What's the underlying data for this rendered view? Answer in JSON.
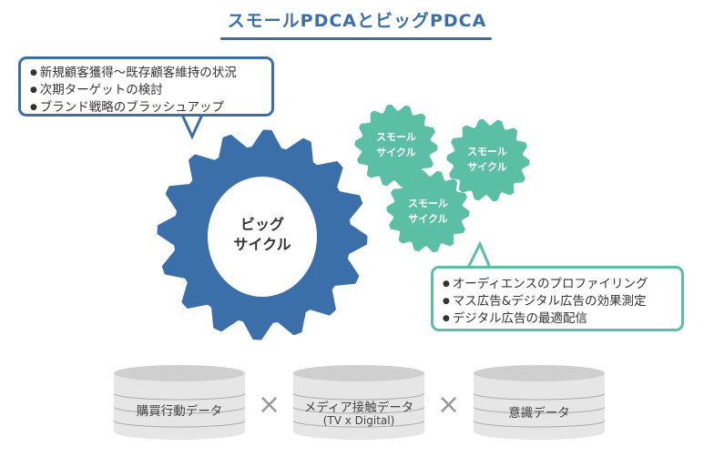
{
  "title": "スモールPDCAとビッグPDCA",
  "big_callout": {
    "items": [
      "新規顧客獲得〜既存顧客維持の状況",
      "次期ターゲットの検討",
      "ブランド戦略のブラッシュアップ"
    ]
  },
  "small_callout": {
    "items": [
      "オーディエンスのプロファイリング",
      "マス広告&デジタル広告の効果測定",
      "デジタル広告の最適配信"
    ]
  },
  "big_gear": {
    "line1": "ビッグ",
    "line2": "サイクル"
  },
  "small_gears": [
    {
      "line1": "スモール",
      "line2": "サイクル"
    },
    {
      "line1": "スモール",
      "line2": "サイクル"
    },
    {
      "line1": "スモール",
      "line2": "サイクル"
    }
  ],
  "data_sources": [
    {
      "label": "購買行動データ"
    },
    {
      "label": "メディア接触データ",
      "sub": "(TV x Digital)"
    },
    {
      "label": "意識データ"
    }
  ],
  "operator": "×",
  "colors": {
    "blue": "#3b6faa",
    "green": "#5bbfa5",
    "cylinder": "#e4e4e4"
  }
}
